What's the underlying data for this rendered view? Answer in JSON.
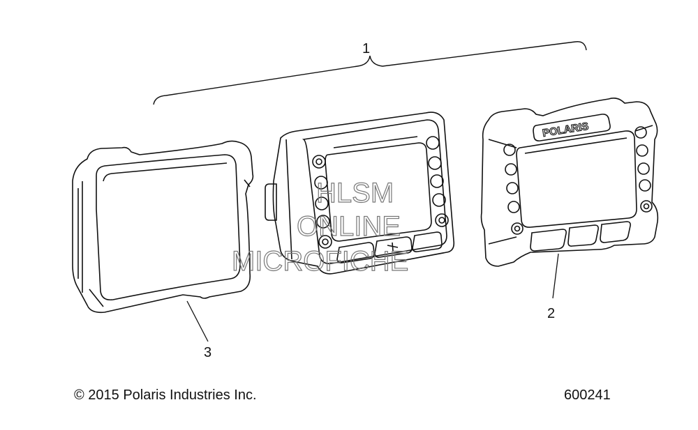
{
  "callouts": {
    "assembly": "1",
    "bezel": "2",
    "cover": "3"
  },
  "brand_logo": "POLARIS",
  "watermark": {
    "line1": "HLSM",
    "line2": "ONLINE",
    "line3": "MICROFICHE"
  },
  "footer": {
    "copyright": "© 2015 Polaris Industries Inc.",
    "figure_number": "600241"
  },
  "colors": {
    "line": "#111111",
    "watermark": "#777777",
    "background": "#ffffff"
  }
}
